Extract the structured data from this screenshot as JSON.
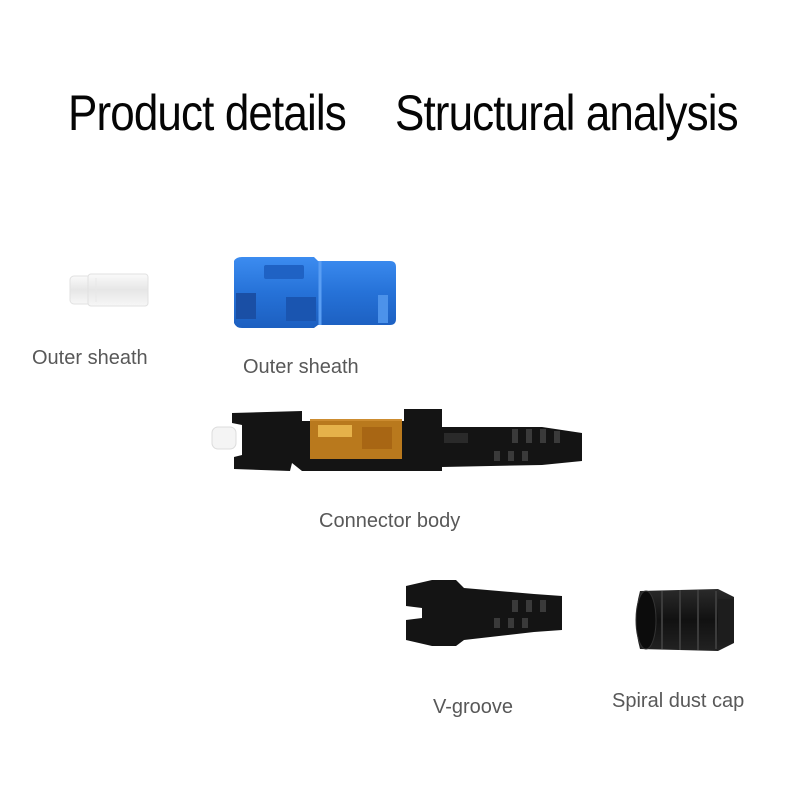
{
  "header": {
    "title_left": "Product details",
    "title_right": "Structural analysis"
  },
  "parts": [
    {
      "label": "Outer sheath",
      "icon": "ferrule-cap-icon",
      "color": "#f2f2f2"
    },
    {
      "label": "Outer sheath",
      "icon": "sc-housing-icon",
      "color": "#2f7fe0"
    },
    {
      "label": "Connector body",
      "icon": "connector-body-icon",
      "color": "#141414"
    },
    {
      "label": "V-groove",
      "icon": "v-groove-icon",
      "color": "#141414"
    },
    {
      "label": "Spiral dust cap",
      "icon": "spiral-dust-cap-icon",
      "color": "#1a1a1a"
    }
  ],
  "colors": {
    "blue_housing": "#2f7fe0",
    "black_parts": "#141414",
    "amber_window": "#c8821e",
    "label_text": "#585858"
  }
}
